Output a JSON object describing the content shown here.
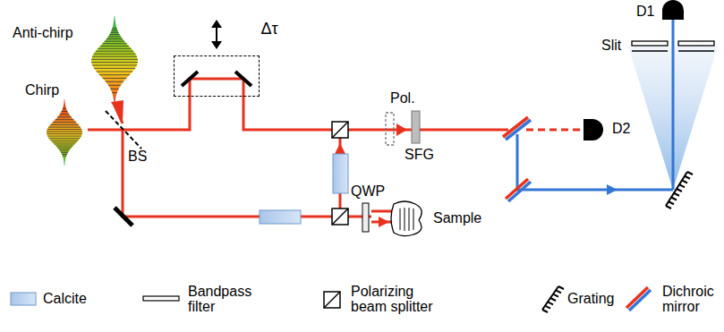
{
  "diagram": {
    "nodes": [
      {
        "text": [
          "Δτ"
        ]
      }
    ],
    "labels": [
      "Anti-chirp",
      "Chirp",
      "BS",
      "Pol.",
      "SFG",
      "D2",
      "D1",
      "Slit",
      "QWP",
      "Sample"
    ],
    "legend": [
      {
        "text": "Calcite"
      },
      {
        "text": "Bandpass filter"
      },
      {
        "text": "Polarizing beam splitter"
      },
      {
        "text": "Grating"
      },
      {
        "text": "Dichroic mirror"
      }
    ]
  }
}
